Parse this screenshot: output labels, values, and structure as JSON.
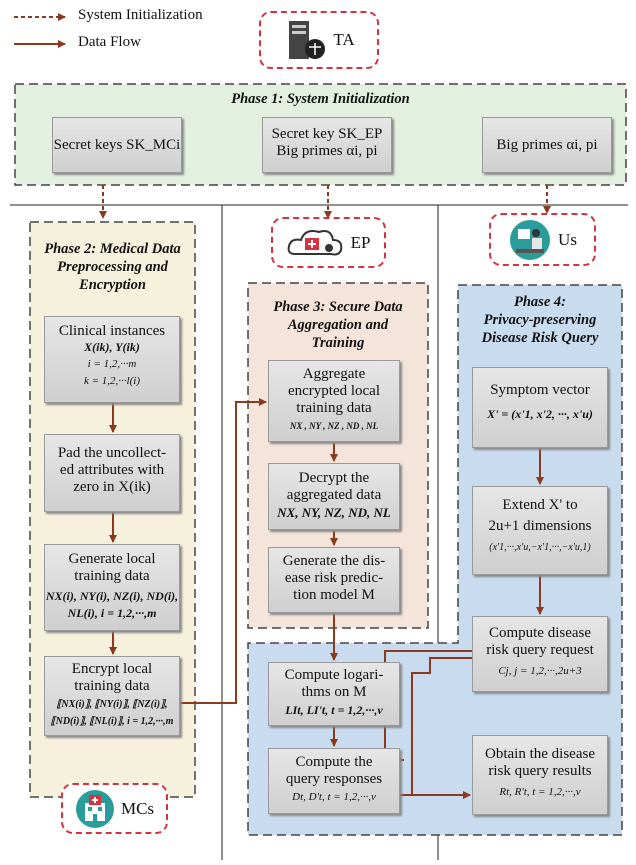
{
  "legend": {
    "system_init": "System Initialization",
    "data_flow": "Data Flow"
  },
  "entities": {
    "ta": "TA",
    "ep": "EP",
    "us": "Us",
    "mcs": "MCs"
  },
  "phase1": {
    "title": "Phase 1: System Initialization",
    "box1": "Secret keys SK_MCi",
    "box2_line1": "Secret key SK_EP",
    "box2_line2": "Big primes αi, pi",
    "box3": "Big primes αi, pi"
  },
  "phase2": {
    "title_line1": "Phase 2: Medical Data",
    "title_line2": "Preprocessing and",
    "title_line3": "Encryption",
    "box1_line1": "Clinical instances",
    "box1_line2": "X(ik), Y(ik)",
    "box1_line3": "i = 1,2,···m",
    "box1_line4": "k = 1,2,···l(i)",
    "box2_line1": "Pad the uncollect-",
    "box2_line2": "ed attributes with",
    "box2_line3": "zero in X(ik)",
    "box3_line1": "Generate local",
    "box3_line2": "training data",
    "box3_line3": "NX(i), NY(i), NZ(i), ND(i),",
    "box3_line4": "NL(i), i = 1,2,···,m",
    "box4_line1": "Encrypt local",
    "box4_line2": "training data",
    "box4_line3": "⟦NX(i)⟧, ⟦NY(i)⟧, ⟦NZ(i)⟧,",
    "box4_line4": "⟦ND(i)⟧, ⟦NL(i)⟧, i = 1,2,···,m"
  },
  "phase3": {
    "title_line1": "Phase 3: Secure Data",
    "title_line2": "Aggregation and",
    "title_line3": "Training",
    "box1_line1": "Aggregate",
    "box1_line2": "encrypted local",
    "box1_line3": "training data",
    "box1_line4": "NX , NY , NZ , ND , NL",
    "box2_line1": "Decrypt the",
    "box2_line2": "aggregated data",
    "box2_line3": "NX, NY, NZ, ND, NL",
    "box3_line1": "Generate the dis-",
    "box3_line2": "ease risk predic-",
    "box3_line3": "tion model M",
    "box4_line1": "Compute logari-",
    "box4_line2": "thms on M",
    "box4_line3": "LIt, LI't, t = 1,2,···,v",
    "box5_line1": "Compute the",
    "box5_line2": "query responses",
    "box5_line3": "Dt, D't, t = 1,2,···,v"
  },
  "phase4": {
    "title_line1": "Phase 4:",
    "title_line2": "Privacy-preserving",
    "title_line3": "Disease Risk Query",
    "box1_line1": "Symptom vector",
    "box1_line2": "X' = (x'1, x'2, ···, x'u)",
    "box2_line1": "Extend X' to",
    "box2_line2": "2u+1 dimensions",
    "box2_line3": "(x'1,···,x'u,−x'1,···,−x'u,1)",
    "box3_line1": "Compute disease",
    "box3_line2": "risk query request",
    "box3_line3": "Cj, j = 1,2,···,2u+3",
    "box4_line1": "Obtain the disease",
    "box4_line2": "risk query results",
    "box4_line3": "Rt, R't, t = 1,2,···,v"
  },
  "colors": {
    "arrow": "#8b3a1e",
    "phase1_bg": "#e3efdf",
    "phase2_bg": "#f6f1dc",
    "phase3_bg": "#f5e4d9",
    "phase4_bg": "#c9dcef",
    "entity_border": "#d6333f"
  }
}
